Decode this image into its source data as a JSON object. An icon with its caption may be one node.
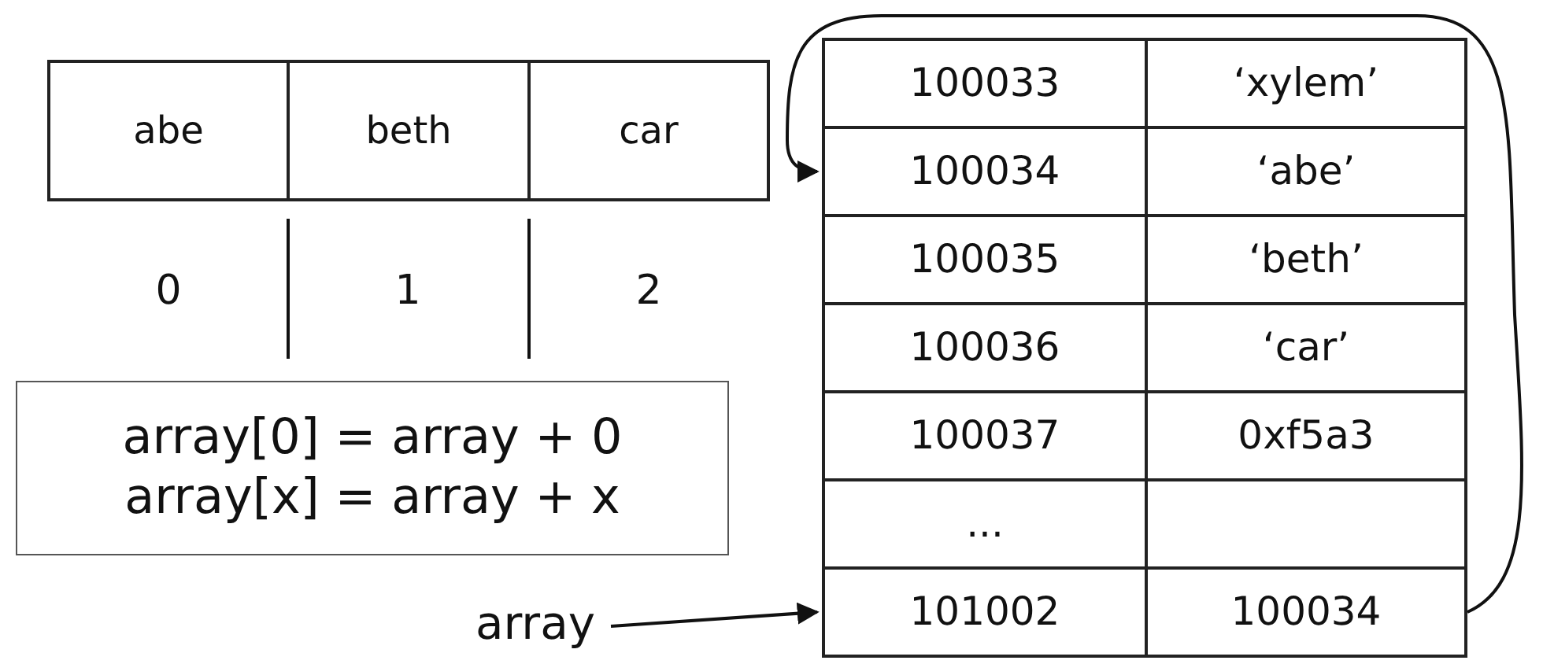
{
  "diagram": {
    "nodes": [
      {
        "text": [
          "abe"
        ]
      },
      {
        "text": [
          "beth"
        ]
      },
      {
        "text": [
          "car"
        ]
      },
      {
        "text": [
          "array[0] = array + 0",
          "array[x] = array + x"
        ]
      },
      {
        "text": [
          "array"
        ]
      },
      {
        "text": [
          "100033"
        ]
      },
      {
        "text": [
          "‘xylem’"
        ]
      },
      {
        "text": [
          "100034"
        ]
      },
      {
        "text": [
          "‘abe’"
        ]
      },
      {
        "text": [
          "100035"
        ]
      },
      {
        "text": [
          "‘beth’"
        ]
      },
      {
        "text": [
          "100036"
        ]
      },
      {
        "text": [
          "‘car’"
        ]
      },
      {
        "text": [
          "100037"
        ]
      },
      {
        "text": [
          "0xf5a3"
        ]
      },
      {
        "text": [
          "..."
        ]
      },
      {
        "text": [],
        "shape": "box"
      },
      {
        "text": [
          "101002"
        ]
      },
      {
        "text": [
          "100034"
        ]
      }
    ],
    "edges": [
      {
        "from": 4,
        "to": 17,
        "arrow": "to"
      },
      {
        "from": 18,
        "to": 7,
        "arrow": "to"
      }
    ],
    "labels": [
      "0",
      "1",
      "2"
    ]
  }
}
